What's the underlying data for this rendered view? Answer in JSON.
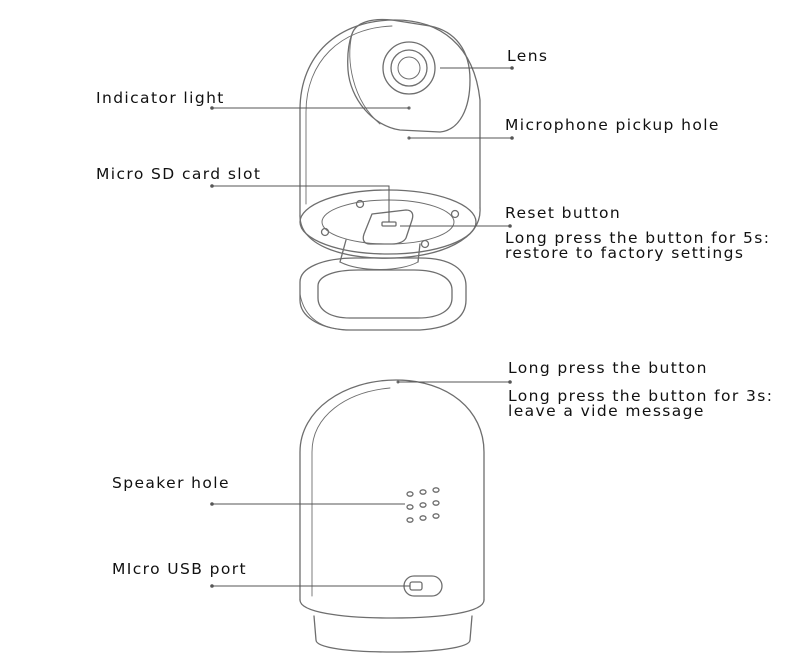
{
  "callouts": {
    "lens": "Lens",
    "indicator_light": "Indicator light",
    "microphone_pickup_hole": "Microphone pickup hole",
    "micro_sd_card_slot": "Micro SD card slot",
    "reset_button": "Reset button",
    "reset_note_line1": "Long press the button for 5s:",
    "reset_note_line2": " restore to factory settings",
    "top_button": "Long press the button",
    "top_button_note_line1": "Long press the button for 3s:",
    "top_button_note_line2": "leave a vide message",
    "speaker_hole": "Speaker hole",
    "micro_usb_port": "MIcro USB port"
  },
  "colors": {
    "outline": "#6e6e6e",
    "leader": "#555555",
    "text": "#111111",
    "background": "#ffffff"
  }
}
